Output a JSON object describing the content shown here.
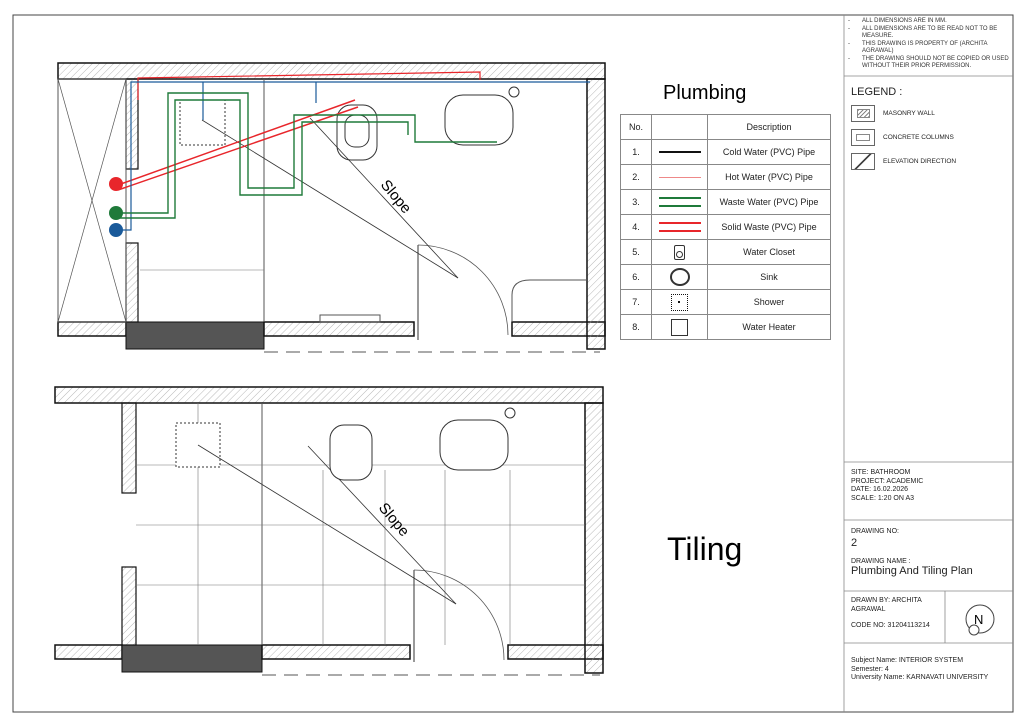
{
  "notes": [
    "ALL DIMENSIONS ARE IN MM.",
    "ALL DIMENSIONS ARE TO BE READ NOT TO BE MEASURE.",
    "THIS DRAWING IS PROPERTY OF (ARCHITA AGRAWAL)",
    "THE DRAWING SHOULD NOT BE COPIED OR USED WITHOUT THEIR PRIOR PERMISSION."
  ],
  "note_bullet": "-",
  "legend": {
    "title": "LEGEND :",
    "items": [
      {
        "label": "MASONRY WALL",
        "icon": "hatch-icon"
      },
      {
        "label": "CONCRETE COLUMNS",
        "icon": "column-icon"
      },
      {
        "label": "ELEVATION DIRECTION",
        "icon": "elevation-icon"
      }
    ]
  },
  "site_info": {
    "site": "SITE: BATHROOM",
    "project": "PROJECT: ACADEMIC",
    "date": "DATE: 16.02.2026",
    "scale": "SCALE: 1:20 ON A3"
  },
  "drawing": {
    "no_label": "DRAWING NO:",
    "no": "2",
    "name_label": "DRAWING NAME :",
    "name": "Plumbing And Tiling Plan"
  },
  "author": {
    "drawn_by_1": "DRAWN BY: ARCHITA",
    "drawn_by_2": "AGRAWAL",
    "code": "CODE NO: 31204113214",
    "north": "N"
  },
  "subject": {
    "name": "Subject Name: INTERIOR SYSTEM",
    "semester": "Semester: 4",
    "university": "University Name: KARNAVATI UNIVERSITY"
  },
  "plans": {
    "plumbing_title": "Plumbing",
    "tiling_title": "Tiling",
    "slope_label": "Slope"
  },
  "plumbing_table": {
    "headers": [
      "No.",
      "",
      "Description"
    ],
    "rows": [
      {
        "no": "1.",
        "desc": "Cold Water (PVC) Pipe",
        "symbol": "black-line"
      },
      {
        "no": "2.",
        "desc": "Hot Water (PVC) Pipe",
        "symbol": "thin-red-line"
      },
      {
        "no": "3.",
        "desc": "Waste Water (PVC) Pipe",
        "symbol": "double-green-line"
      },
      {
        "no": "4.",
        "desc": "Solid Waste (PVC) Pipe",
        "symbol": "double-red-line"
      },
      {
        "no": "5.",
        "desc": "Water Closet",
        "symbol": "water-closet-icon"
      },
      {
        "no": "6.",
        "desc": "Sink",
        "symbol": "sink-icon"
      },
      {
        "no": "7.",
        "desc": "Shower",
        "symbol": "shower-icon"
      },
      {
        "no": "8.",
        "desc": "Water Heater",
        "symbol": "water-heater-icon"
      }
    ]
  },
  "colors": {
    "hot": "#e8262b",
    "waste": "#1f7a3a",
    "cold": "#1a5a9a",
    "hatch": "#999999"
  }
}
